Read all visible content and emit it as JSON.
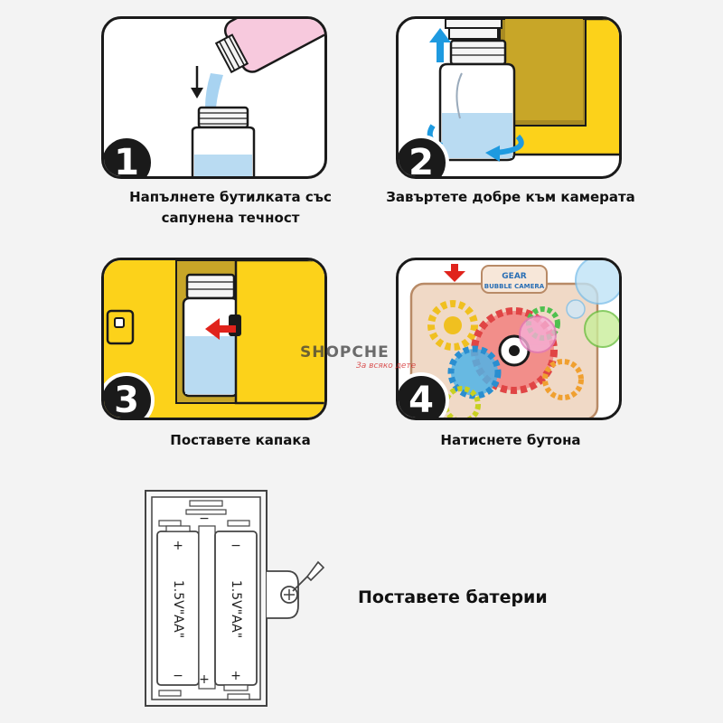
{
  "steps": [
    {
      "number": "1",
      "caption_lines": [
        "Напълнете бутилката със",
        "сапунена течност"
      ]
    },
    {
      "number": "2",
      "caption_lines": [
        "Завъртете добре към камерата"
      ]
    },
    {
      "number": "3",
      "caption_lines": [
        "Поставете капака"
      ]
    },
    {
      "number": "4",
      "caption_lines": [
        "Натиснете бутона"
      ]
    }
  ],
  "camera_labels": {
    "line1": "GEAR",
    "line2": "BUBBLE CAMERA"
  },
  "battery": {
    "caption": "Поставете батерии",
    "cells": [
      {
        "top_sign": "+",
        "bottom_sign": "−",
        "label": "1.5V\"AA\""
      },
      {
        "top_sign": "−",
        "bottom_sign": "+",
        "label": "1.5V\"AA\""
      }
    ],
    "cover_minus": "−",
    "cover_plus": "+"
  },
  "watermark": {
    "brand": "SHOPCHE",
    "tagline": "За всяко дете"
  },
  "colors": {
    "yellow": "#fcd21a",
    "water": "#b9dbf2",
    "arrow_blue": "#1e9ae0",
    "arrow_red": "#e0231c",
    "outline": "#1a1a1a"
  }
}
